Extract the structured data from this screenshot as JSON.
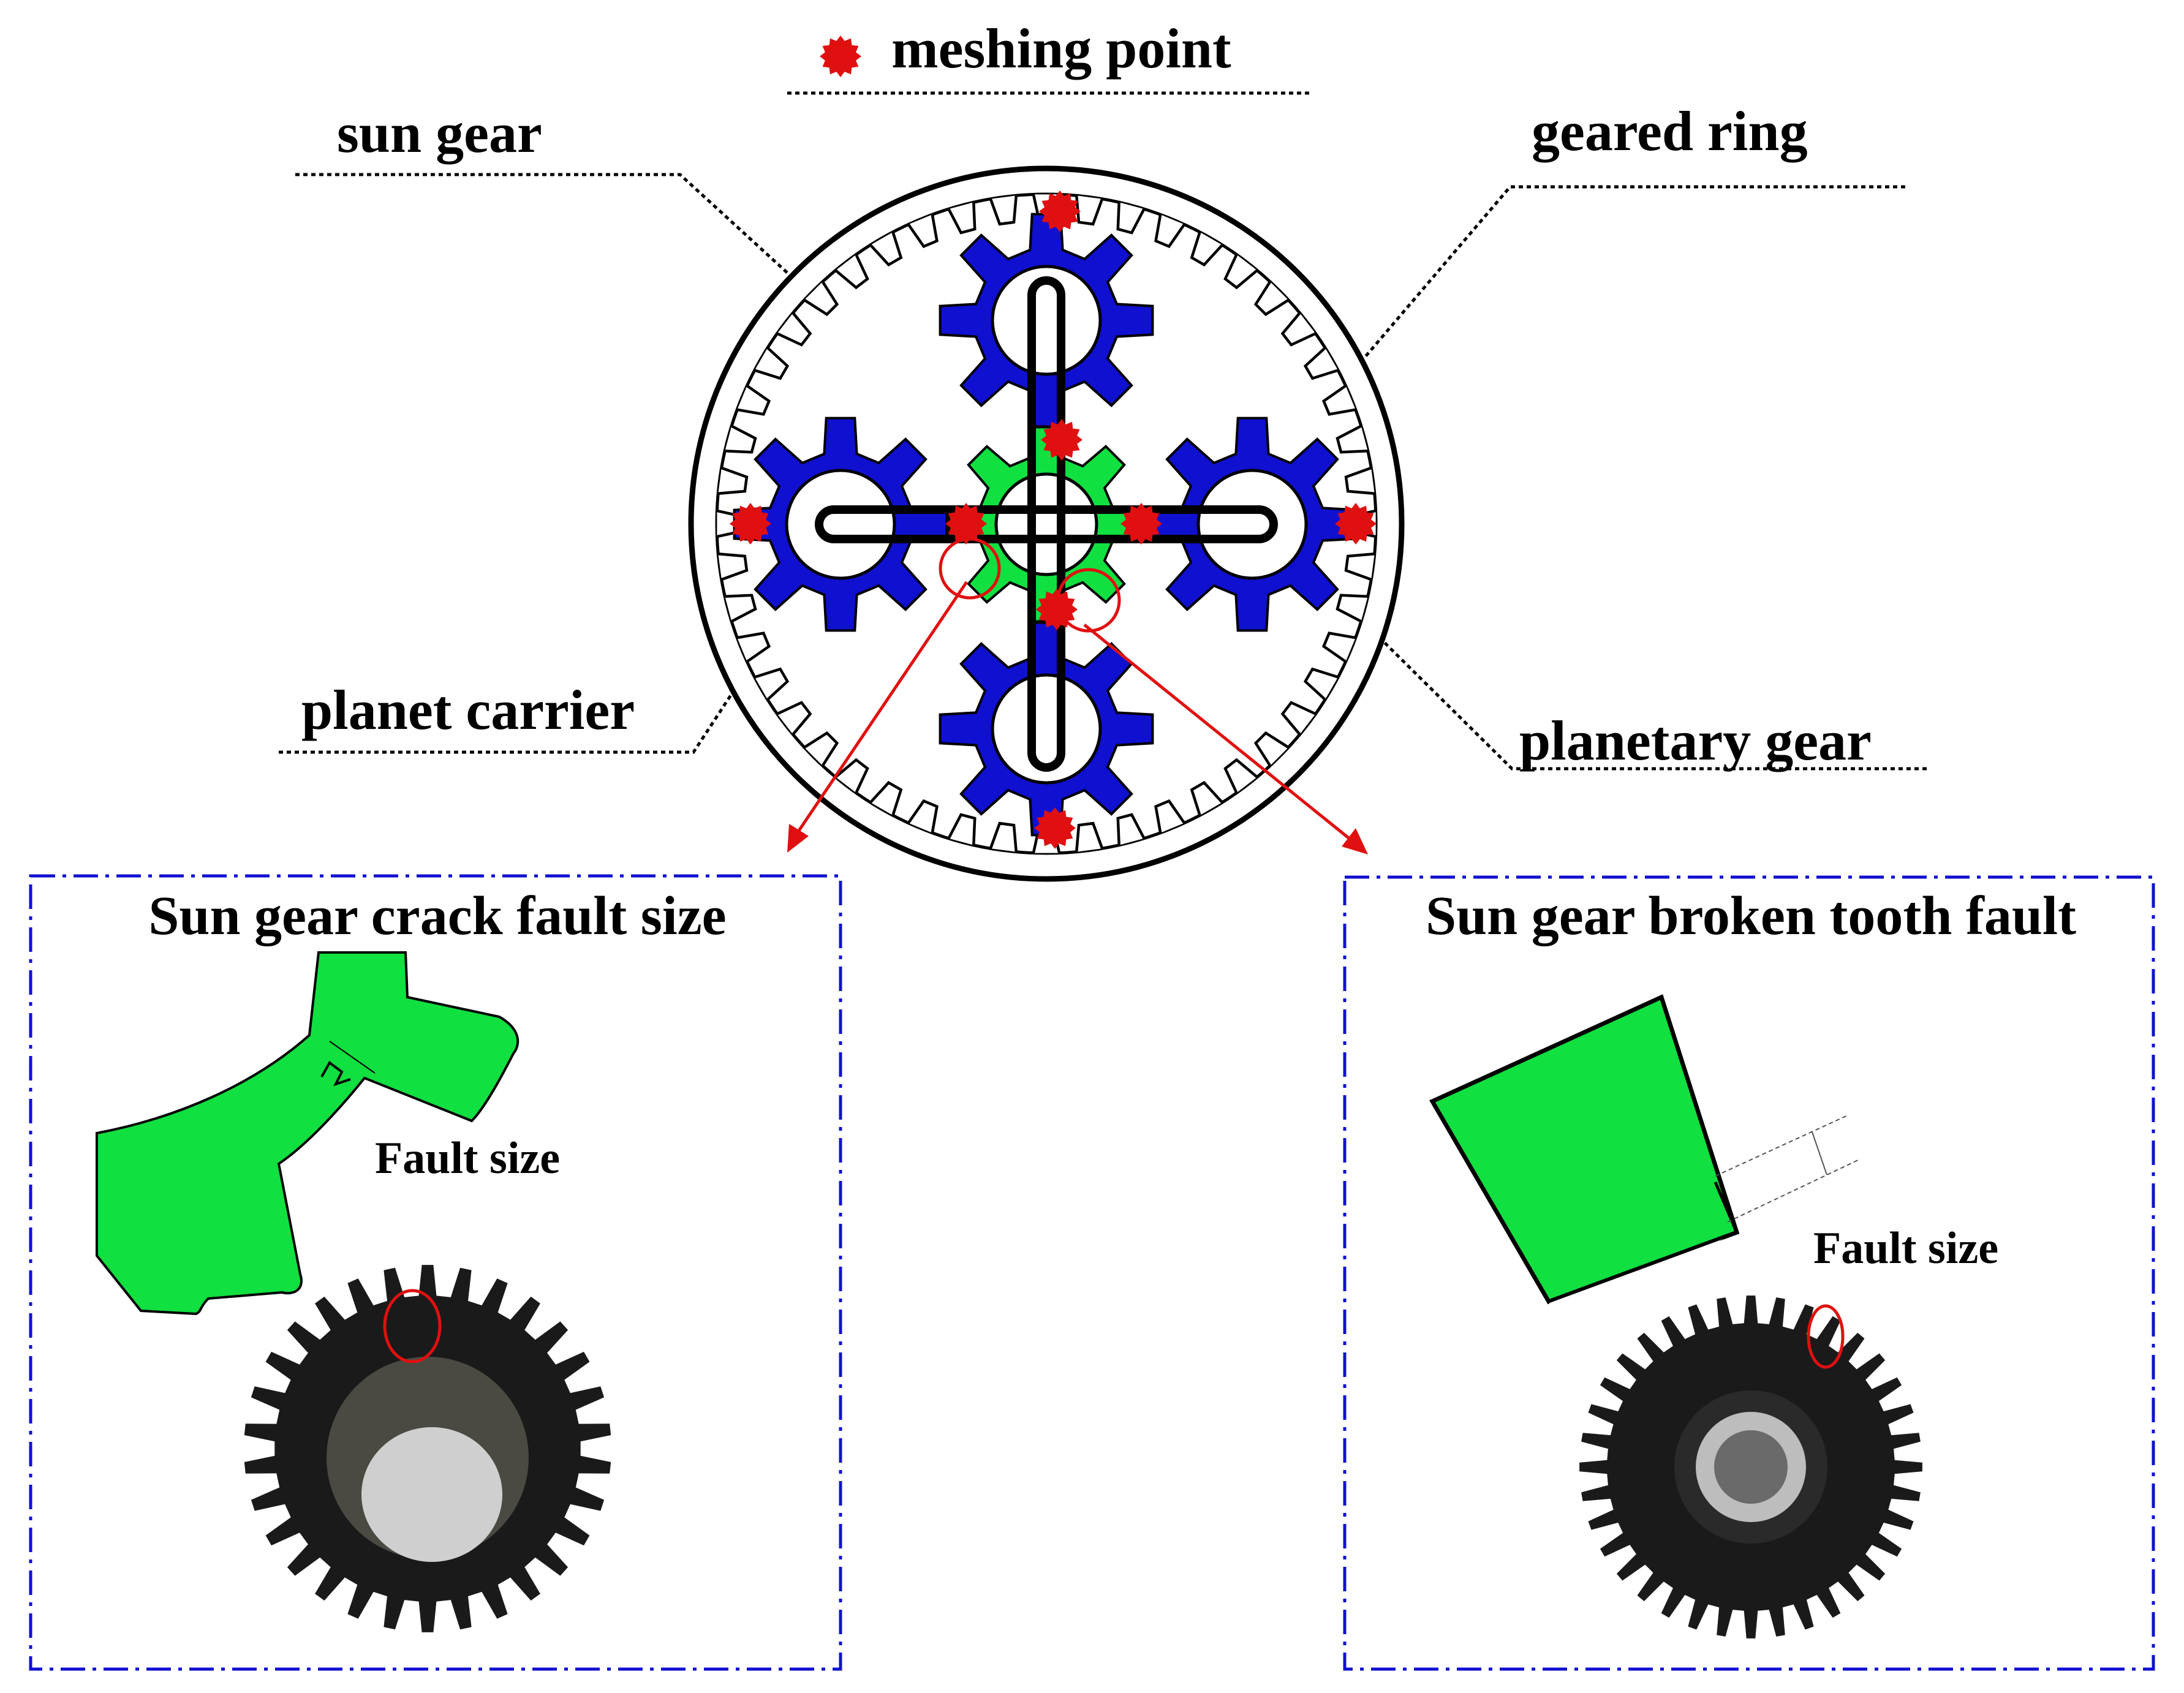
{
  "legend": {
    "meshing_point": "meshing point"
  },
  "labels": {
    "sun_gear": "sun gear",
    "geared_ring": "geared ring",
    "planet_carrier": "planet carrier",
    "planetary_gear": "planetary gear"
  },
  "panels": {
    "crack": {
      "title": "Sun gear crack fault size",
      "fault_label": "Fault size"
    },
    "broken": {
      "title": "Sun gear broken tooth fault",
      "fault_label": "Fault size"
    }
  },
  "colors": {
    "planet_gear": "#1010d0",
    "sun_gear": "#10e040",
    "meshing_point": "#e01010",
    "panel_border": "#1010d0",
    "pointer_arrow": "#e01010",
    "photo_gear": "#1a1a1a"
  }
}
